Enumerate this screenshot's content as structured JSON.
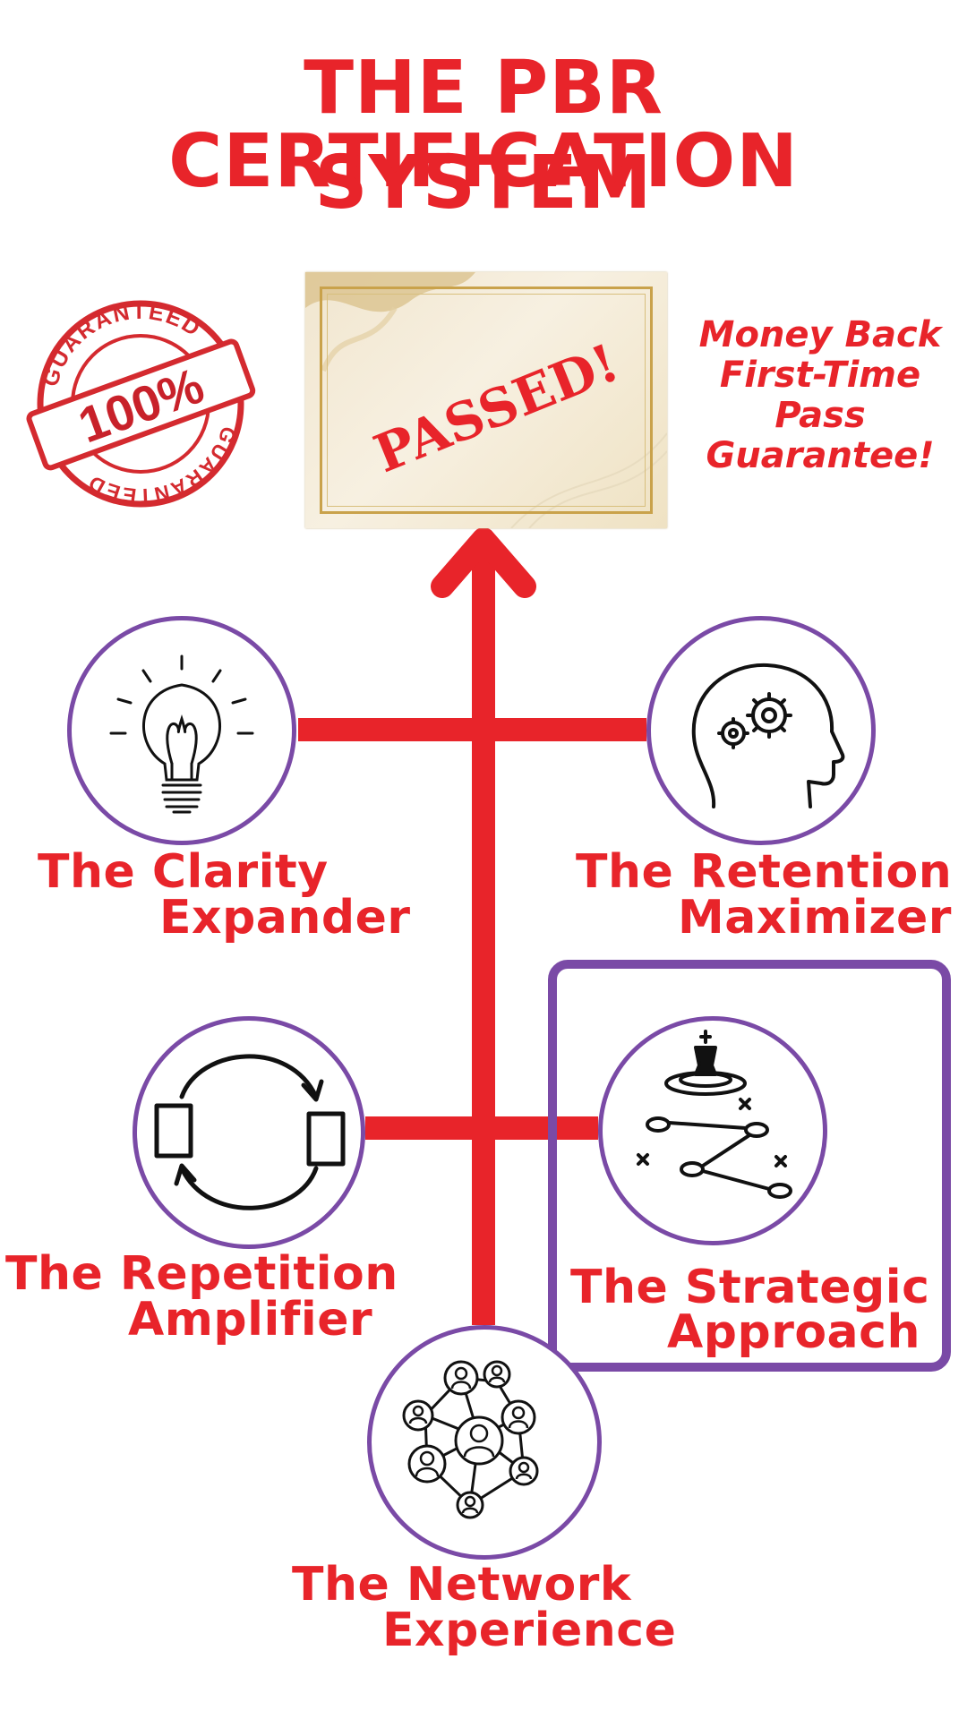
{
  "title": {
    "line1": "THE PBR CERTIFICATION",
    "line2": "SYSTEM"
  },
  "certificate": {
    "stamp_text": "PASSED!"
  },
  "guarantee": {
    "line1": "Money Back",
    "line2": "First-Time",
    "line3": "Pass",
    "line4": "Guarantee!"
  },
  "seal": {
    "top_text": "GUARANTEED",
    "center_text": "100%",
    "bottom_text": "GUARANTEED"
  },
  "nodes": {
    "clarity": {
      "line1": "The Clarity",
      "line2": "Expander",
      "icon": "lightbulb-icon"
    },
    "retention": {
      "line1": "The Retention",
      "line2": "Maximizer",
      "icon": "head-gears-icon"
    },
    "repetition": {
      "line1": "The Repetition",
      "line2": "Amplifier",
      "icon": "cycle-arrows-icon"
    },
    "strategic": {
      "line1": "The Strategic",
      "line2": "Approach",
      "icon": "chess-strategy-icon"
    },
    "network": {
      "line1": "The Network",
      "line2": "Experience",
      "icon": "people-network-icon"
    }
  },
  "colors": {
    "red": "#e8242a",
    "purple": "#7a4aa6",
    "gold": "#c9a24b"
  }
}
